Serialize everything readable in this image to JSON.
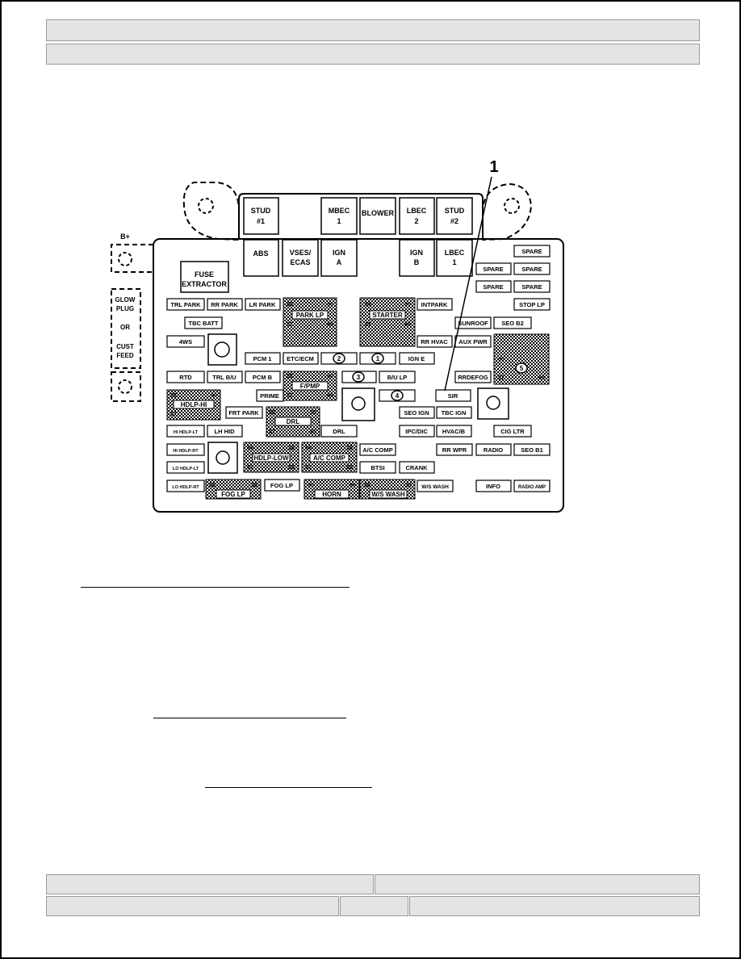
{
  "diagram": {
    "callout": "1",
    "side_labels": {
      "b_plus": "B+",
      "glow_line1": "GLOW",
      "glow_line2": "PLUG",
      "or": "OR",
      "cust_line1": "CUST",
      "cust_line2": "FEED"
    },
    "top_fuses": {
      "stud1_l1": "STUD",
      "stud1_l2": "#1",
      "mbec1_l1": "MBEC",
      "mbec1_l2": "1",
      "blower": "BLOWER",
      "lbec2_l1": "LBEC",
      "lbec2_l2": "2",
      "stud2_l1": "STUD",
      "stud2_l2": "#2",
      "abs": "ABS",
      "vses_l1": "VSES/",
      "vses_l2": "ECAS",
      "igna_l1": "IGN",
      "igna_l2": "A",
      "ignb_l1": "IGN",
      "ignb_l2": "B",
      "lbec1_l1": "LBEC",
      "lbec1_l2": "1"
    },
    "fuse_extractor_l1": "FUSE",
    "fuse_extractor_l2": "EXTRACTOR",
    "fuses": {
      "trl_park": "TRL PARK",
      "rr_park": "RR PARK",
      "lr_park": "LR PARK",
      "tbc_batt": "TBC BATT",
      "4ws": "4WS",
      "pcm1": "PCM 1",
      "etc_ecm": "ETC/ECM",
      "ign_e": "IGN E",
      "rtd": "RTD",
      "trl_bu": "TRL B/U",
      "pcm_b": "PCM B",
      "bu_lp": "B/U LP",
      "prime": "PRIME",
      "frt_park": "FRT PARK",
      "hi_hdlp_lt": "HI HDLP-LT",
      "lh_hid": "LH HID",
      "drl": "DRL",
      "hi_hdlp_rt": "HI HDLP-RT",
      "lo_hdlp_lt": "LO HDLP-LT",
      "lo_hdlp_rt": "LO HDLP-RT",
      "fog_lp": "FOG LP",
      "ac_comp": "A/C COMP",
      "btsi": "BTSI",
      "crank": "CRANK",
      "intpark": "INTPARK",
      "rr_hvac": "RR HVAC",
      "aux_pwr": "AUX PWR",
      "sunroof": "SUNROOF",
      "seo_b2": "SEO B2",
      "rr_defog": "RRDEFOG",
      "sir": "SIR",
      "seo_ign": "SEO IGN",
      "tbc_ign": "TBC IGN",
      "ipc_dic": "IPC/DIC",
      "hvac_b": "HVAC/B",
      "cig_ltr": "CIG LTR",
      "rr_wpr": "RR WPR",
      "radio": "RADIO",
      "seo_b1": "SEO B1",
      "ws_wash": "W/S WASH",
      "info": "INFO",
      "radio_amp": "RADIO AMP",
      "spare": "SPARE",
      "stop_lp": "STOP LP"
    },
    "relays": {
      "park_lp": "PARK LP",
      "starter": "STARTER",
      "fpmp": "F/PMP",
      "hdlp_hi": "HDLP-HI",
      "drl_relay": "DRL",
      "hdlp_low": "HDLP-LOW",
      "ac_comp_relay": "A/C COMP",
      "fog_lp_relay": "FOG LP",
      "horn": "HORN",
      "ws_wash_relay": "W/S WASH"
    },
    "circled": {
      "c1": "1",
      "c2": "2",
      "c3": "3",
      "c4": "4",
      "c5": "5"
    },
    "pins": {
      "p30": "30",
      "p85": "85",
      "p86": "86",
      "p87": "87"
    }
  }
}
